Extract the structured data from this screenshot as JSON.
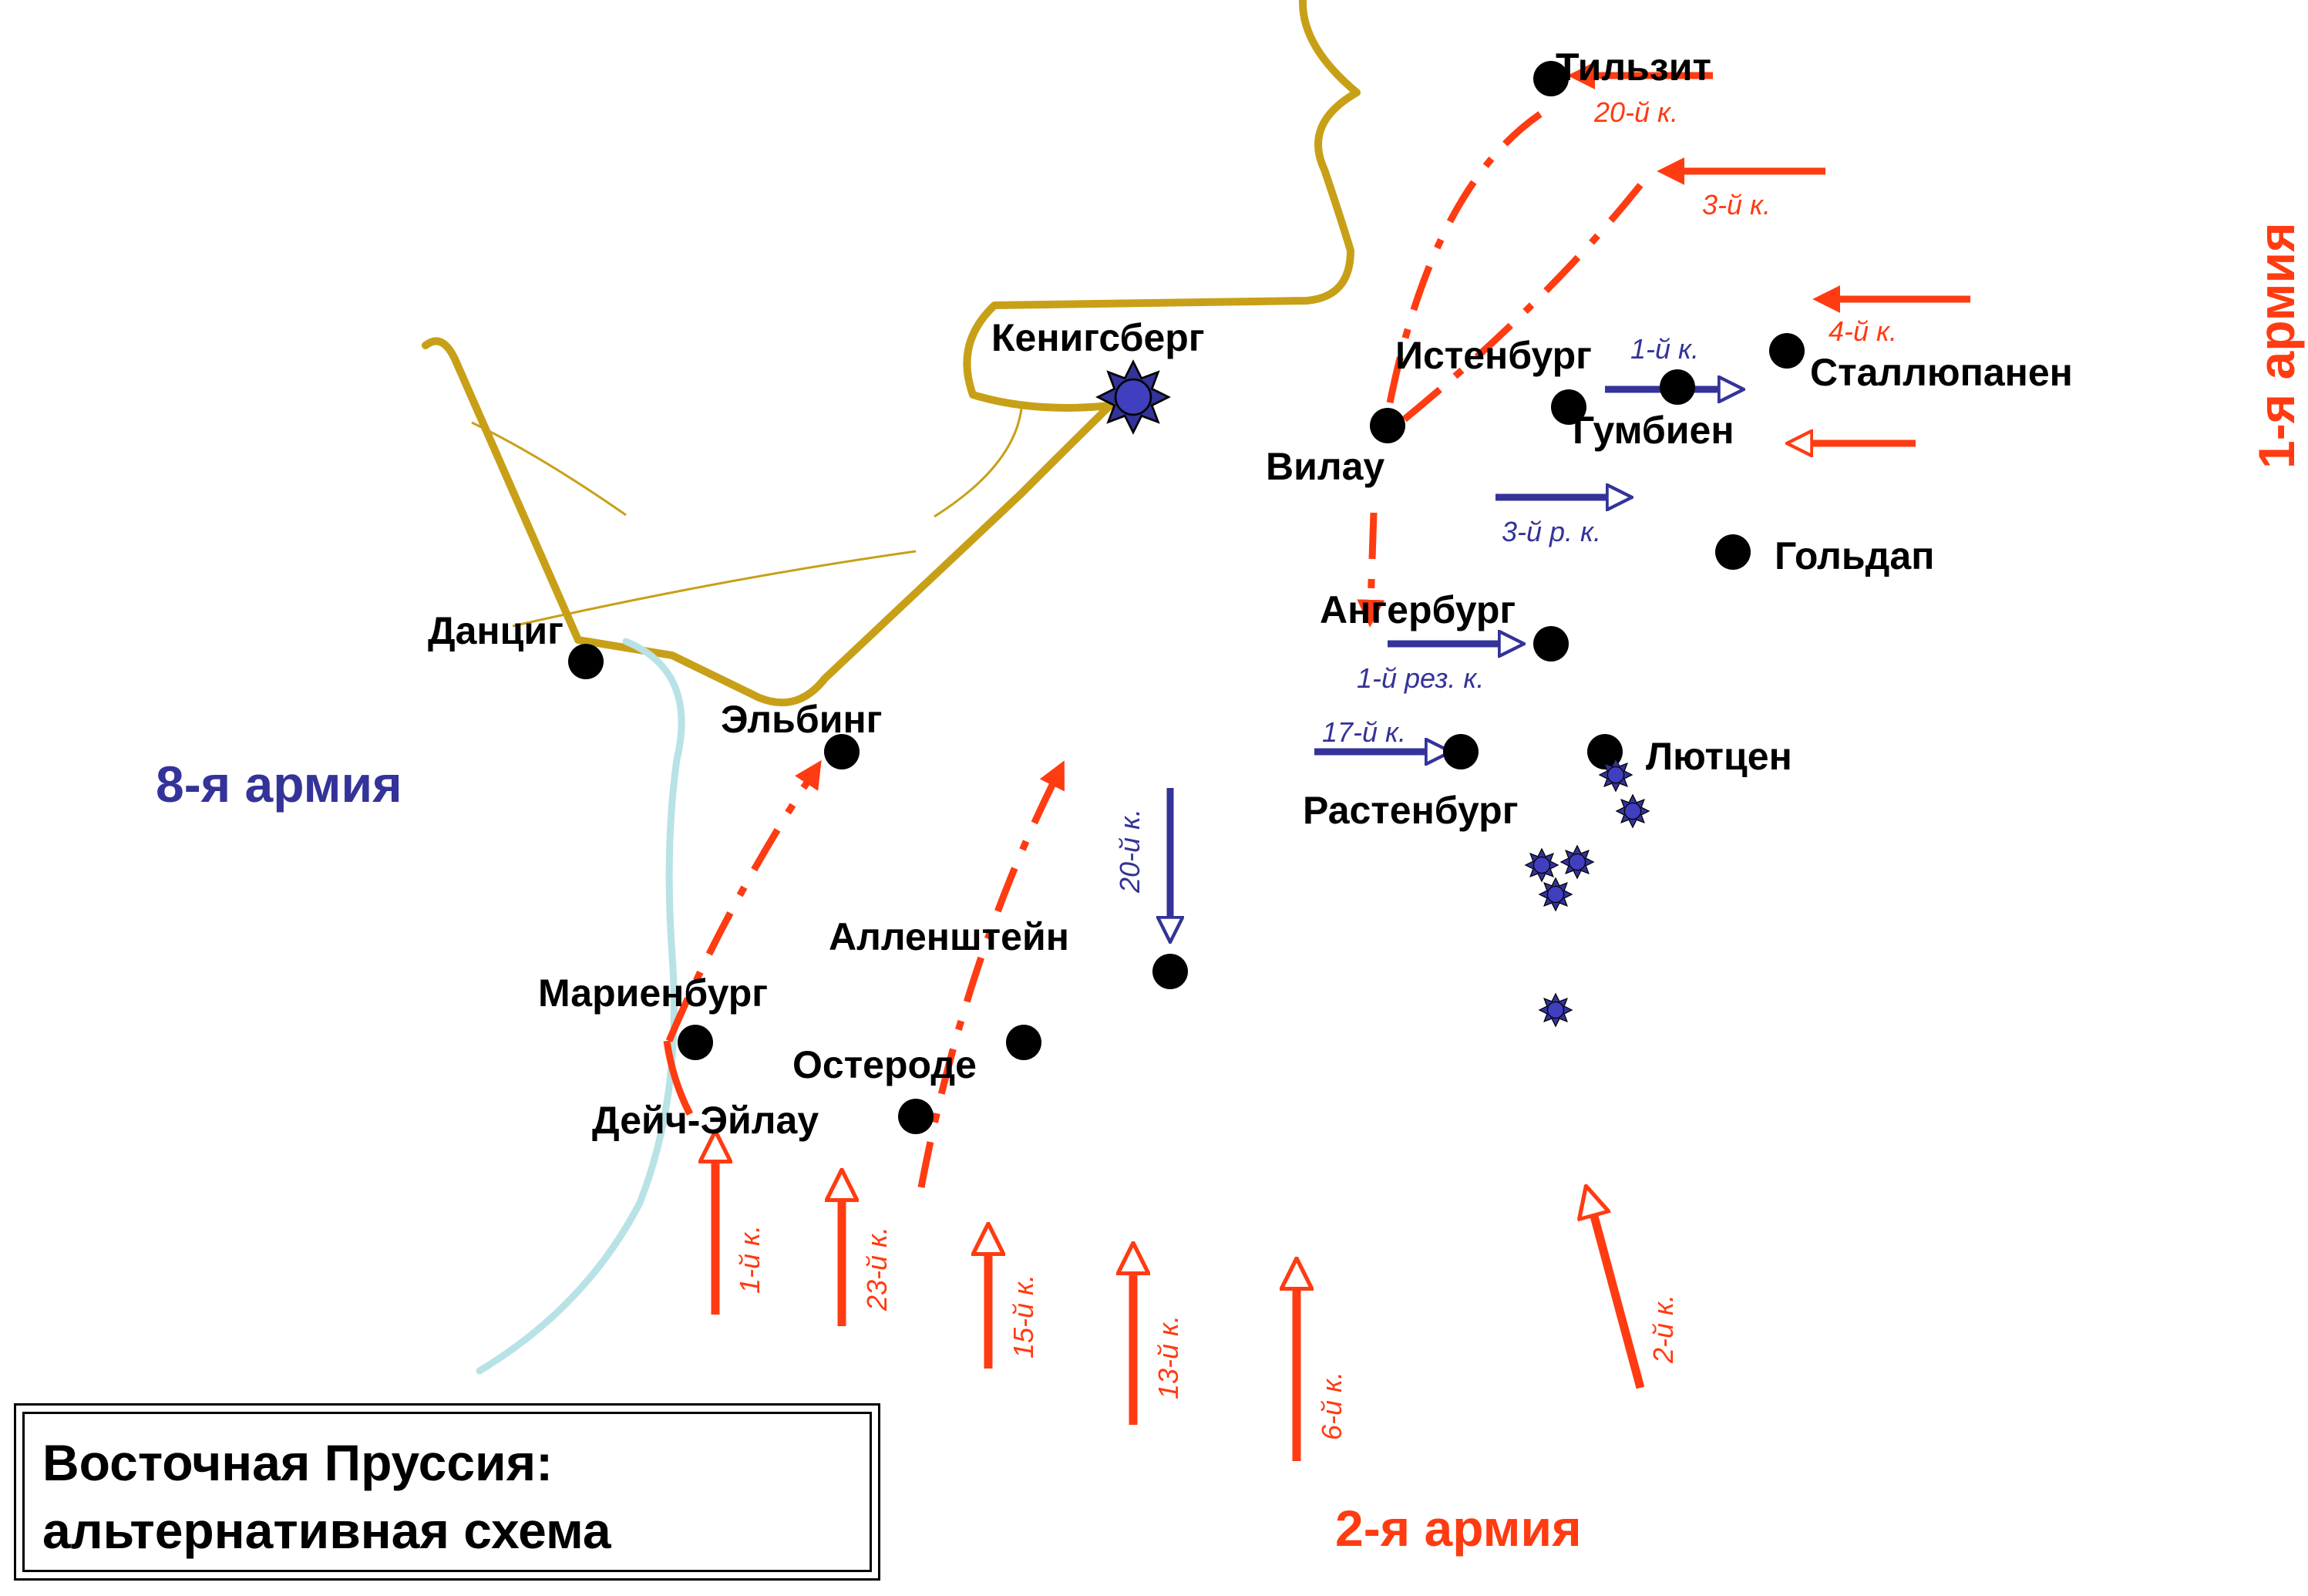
{
  "colors": {
    "russian": "#ff3b12",
    "german": "#333399",
    "coast": "#c8a018",
    "river": "#b8e2e6",
    "city": "#000000"
  },
  "cities": {
    "tilsit": "Тильзит",
    "konigsberg": "Кенигсберг",
    "istenburg": "Истенбург",
    "stallupanen": "Сталлюпанен",
    "gumbien": "Гумбиен",
    "vilau": "Вилау",
    "goldap": "Гольдап",
    "angerburg": "Ангербург",
    "danzig": "Данциг",
    "elbing": "Эльбинг",
    "lyutsen": "Лютцен",
    "rastenburg": "Растенбург",
    "allenstein": "Алленштейн",
    "marienburg": "Мариенбург",
    "osterode": "Остероде",
    "deutsch_eylau": "Дейч-Эйлау"
  },
  "russian_corps": {
    "c20": "20-й к.",
    "c3": "3-й к.",
    "c4": "4-й к.",
    "c1": "1-й к.",
    "c23": "23-й к.",
    "c15": "15-й к.",
    "c13": "13-й к.",
    "c6": "6-й к.",
    "c2": "2-й к."
  },
  "german_corps": {
    "c1": "1-й к.",
    "c3r": "3-й р. к.",
    "c1res": "1-й рез. к.",
    "c17": "17-й к.",
    "c20": "20-й к."
  },
  "armies": {
    "first": "1-я армия",
    "second": "2-я армия",
    "eighth": "8-я армия"
  },
  "title": {
    "line1": "Восточная Пруссия:",
    "line2": "альтернативная схема"
  }
}
